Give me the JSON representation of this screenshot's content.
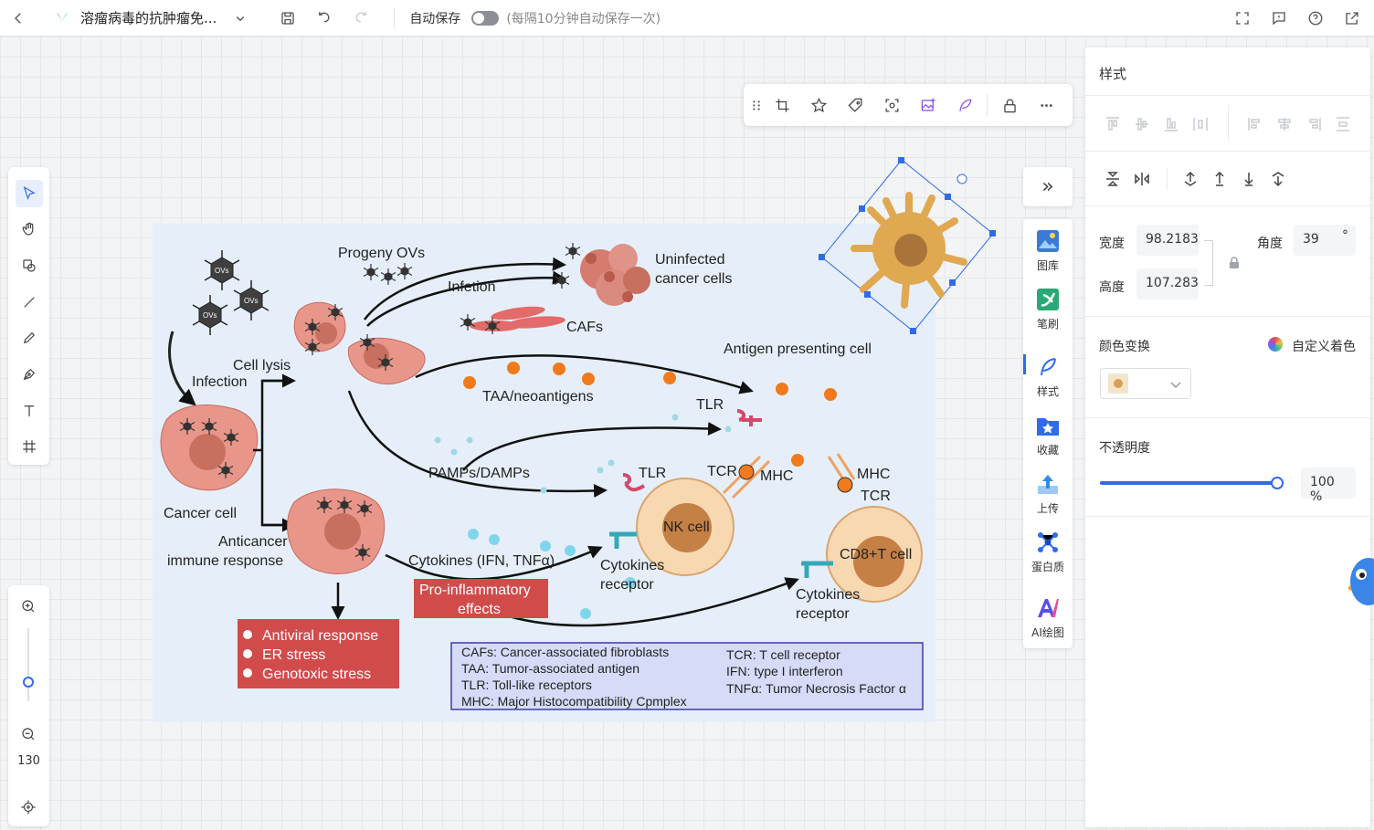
{
  "topbar": {
    "doc_title": "溶瘤病毒的抗肿瘤免...",
    "autosave_label": "自动保存",
    "autosave_hint": "(每隔10分钟自动保存一次)"
  },
  "zoom": {
    "value": "130",
    "level_fraction": 0.6
  },
  "figure": {
    "labels": {
      "ovs": "OVs",
      "progeny": "Progeny OVs",
      "infetion": "Infetion",
      "uninfected_line1": "Uninfected",
      "uninfected_line2": "cancer cells",
      "cafs": "CAFs",
      "cell_lysis": "Cell lysis",
      "infection": "Infection",
      "antigen_presenting": "Antigen presenting cell",
      "taa": "TAA/neoantigens",
      "tlr_top": "TLR",
      "pamps": "PAMPs/DAMPs",
      "tlr_mid": "TLR",
      "tcr_left": "TCR",
      "mhc_left": "MHC",
      "mhc_right": "MHC",
      "tcr_right": "TCR",
      "nk_cell": "NK cell",
      "cd8_cell": "CD8+T cell",
      "cancer_cell": "Cancer cell",
      "anticancer_line1": "Anticancer",
      "anticancer_line2": "immune response",
      "cytokines": "Cytokines (IFN, TNFα)",
      "cyto_rec_left_1": "Cytokines",
      "cyto_rec_left_2": "receptor",
      "cyto_rec_right_1": "Cytokines",
      "cyto_rec_right_2": "receptor",
      "pro_inflam_1": "Pro-inflammatory",
      "pro_inflam_2": "effects"
    },
    "responses": [
      "Antiviral response",
      "ER stress",
      "Genotoxic stress"
    ],
    "legend_left": [
      "CAFs: Cancer-associated fibroblasts",
      "TAA: Tumor-associated antigen",
      "TLR: Toll-like receptors",
      "MHC: Major Histocompatibility Cpmplex"
    ],
    "legend_right": [
      "TCR: T cell receptor",
      "IFN: type I interferon",
      "TNFα: Tumor Necrosis Factor α"
    ]
  },
  "right_tabs": [
    {
      "label": "图库",
      "color": "#3a7bd5"
    },
    {
      "label": "笔刷",
      "color": "#2aa876"
    },
    {
      "label": "样式",
      "color": "#2f6bea"
    },
    {
      "label": "收藏",
      "color": "#2f6bea"
    },
    {
      "label": "上传",
      "color": "#2f8be8"
    },
    {
      "label": "蛋白质",
      "color": "#2f6bea"
    },
    {
      "label": "AI绘图",
      "color": "#5b4ee8"
    }
  ],
  "panel": {
    "title": "样式",
    "width_label": "宽度",
    "width_value": "98.2183",
    "height_label": "高度",
    "height_value": "107.283",
    "angle_label": "角度",
    "angle_value": "39",
    "angle_unit": "°",
    "color_transform_label": "颜色变换",
    "custom_color_label": "自定义着色",
    "opacity_label": "不透明度",
    "opacity_value": "100",
    "opacity_unit": "%"
  },
  "colors": {
    "accent": "#2f6bea",
    "figure_bg": "#e6eff9",
    "cell_pink": "#e8958a",
    "effect_red": "#d24b4b",
    "legend_bg": "#d6dcf7"
  }
}
